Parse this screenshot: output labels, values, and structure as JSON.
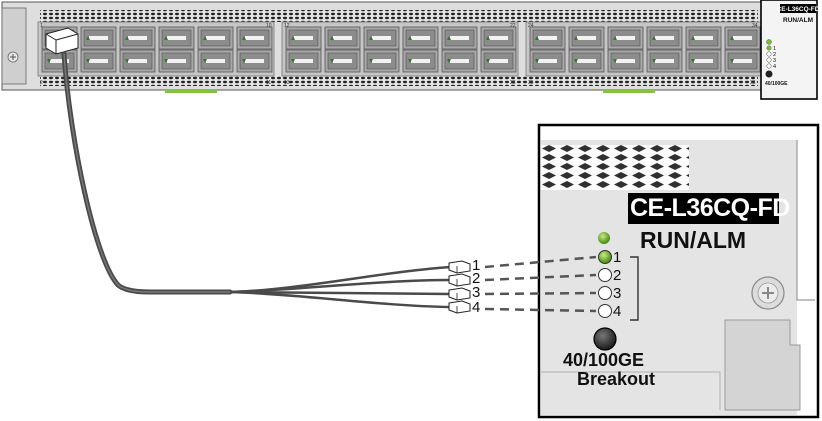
{
  "panel": {
    "port_numbers_top": [
      "1",
      "10",
      "12",
      "22",
      "24",
      "34"
    ],
    "port_numbers_bottom": [
      "2",
      "11",
      "13",
      "23",
      "25",
      "36"
    ],
    "card_model": "CE-L36CQ-FD",
    "card_status": "RUN/ALM",
    "card_mini_indicators": [
      "1",
      "2",
      "3",
      "4"
    ],
    "card_speed": "40/100GE"
  },
  "zoom": {
    "card_model": "CE-L36CQ-FD",
    "card_status": "RUN/ALM",
    "breakout_lanes": [
      "1",
      "2",
      "3",
      "4"
    ],
    "button_label": "40/100GE",
    "button_label_2": "Breakout"
  },
  "cable": {
    "connector_labels": [
      "1",
      "2",
      "3",
      "4"
    ]
  },
  "colors": {
    "chassis": "#d8d8d8",
    "port_metal": "#9a9a9a",
    "led_green": "#7bbf2a",
    "cable": "#555555",
    "label_bg": "#000000"
  }
}
